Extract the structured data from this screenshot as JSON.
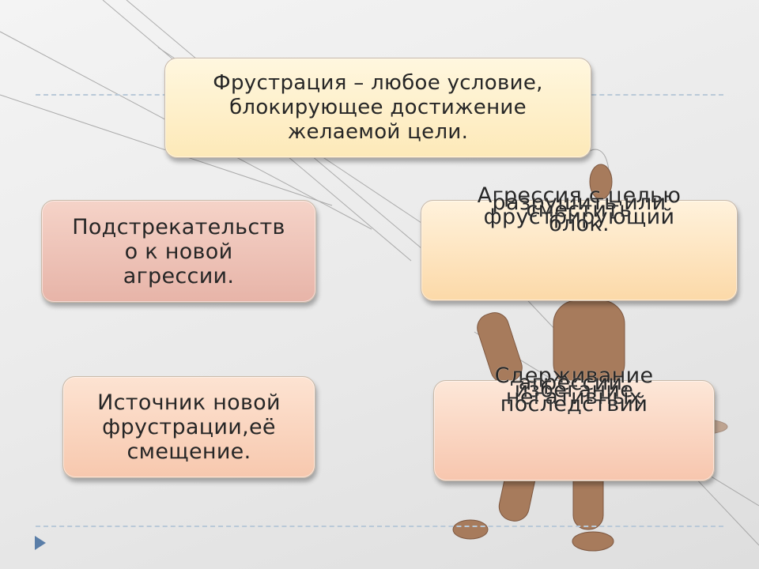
{
  "slide": {
    "top_box": {
      "lines": [
        "Фрустрация – любое условие,",
        "блокирующее достижение",
        "желаемой цели."
      ]
    },
    "left_box_1": {
      "lines": [
        "Подстрекательств",
        "о к новой",
        "агрессии."
      ]
    },
    "left_box_2": {
      "lines": [
        "Источник новой",
        "фрустрации,её",
        "смещение."
      ]
    },
    "right_box_1": {
      "lines": [
        "Агрессия с целью",
        "разрушить или",
        "сместить",
        "фрустрирующий",
        "блок."
      ]
    },
    "right_box_2": {
      "lines": [
        "Сдерживание",
        "агрессии,",
        "избегание",
        "негативных",
        "последствий"
      ]
    }
  },
  "colors": {
    "accent_line": "#b9c9d8",
    "nav_arrow": "#5a7ea8"
  },
  "icons": {
    "nav": "play-arrow-icon",
    "background": "wooden-mannequin-figure"
  }
}
